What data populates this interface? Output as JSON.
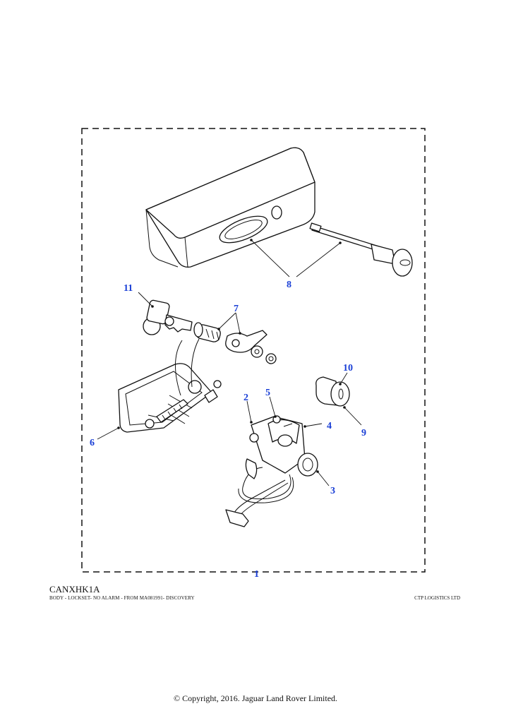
{
  "diagram": {
    "callouts": {
      "c1": "1",
      "c2": "2",
      "c3": "3",
      "c4": "4",
      "c5": "5",
      "c6": "6",
      "c7": "7",
      "c8": "8",
      "c9": "9",
      "c10": "10",
      "c11": "11"
    },
    "colors": {
      "callout": "#1a3fd6",
      "line": "#111111"
    }
  },
  "footer": {
    "code": "CANXHK1A",
    "description": "BODY - LOCKSET- NO ALARM - FROM MA081991- DISCOVERY",
    "company": "CTP LOGISTICS LTD",
    "copyright": "© Copyright, 2016. Jaguar Land Rover Limited."
  }
}
